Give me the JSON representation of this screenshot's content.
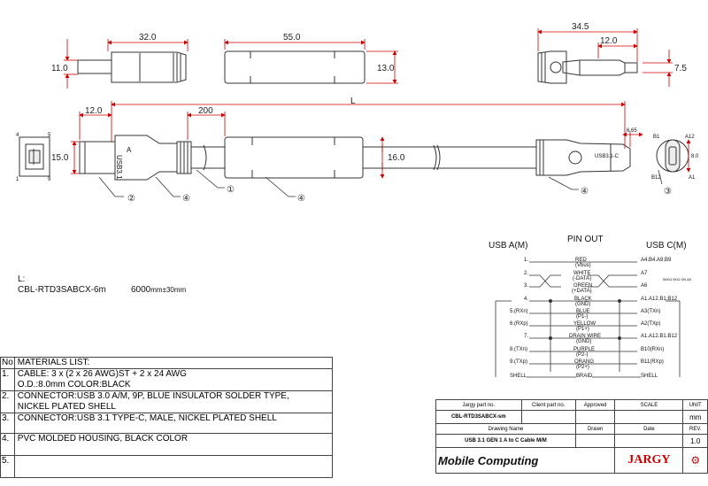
{
  "dimensions": {
    "d32": "32.0",
    "d55": "55.0",
    "d11": "11.0",
    "d13": "13.0",
    "d345": "34.5",
    "d12a": "12.0",
    "d75": "7.5",
    "dL": "L",
    "d12b": "12.0",
    "d200": "200",
    "d15": "15.0",
    "d16": "16.0",
    "d665": "6.65",
    "d8": "8.0"
  },
  "callouts": {
    "c1": "①",
    "c2": "②",
    "c3": "③",
    "c4": "④"
  },
  "connector_labels": {
    "a_text": "USB3.1\nA",
    "c_text": "USB3.1-C",
    "usb_a_pins": [
      "4",
      "5",
      "1",
      "9"
    ],
    "usb_c_pins": [
      "B1",
      "A12",
      "B12",
      "A1"
    ]
  },
  "length_info": {
    "label": "L:",
    "part": "CBL-RTD3SABCX-6m",
    "length_value": "6000",
    "length_unit": "mm±30mm"
  },
  "pinout": {
    "title": "PIN OUT",
    "left_header": "USB A(M)",
    "right_header": "USB C(M)",
    "rows": [
      {
        "left": "1.",
        "mid": "RED",
        "mid2": "(Vbus)",
        "right": "A4.B4.A9.B9"
      },
      {
        "left": "2.",
        "mid": "WHITE",
        "mid2": "(-DATA)",
        "right": "A7"
      },
      {
        "left": "3.",
        "mid": "GREEN",
        "mid2": "(+DATA)",
        "right": "A6"
      },
      {
        "left": "4.",
        "mid": "BLACK",
        "mid2": "(GND)",
        "right": "A1.A12.B1.B12"
      },
      {
        "left": "5.(RXn)",
        "mid": "BLUE",
        "mid2": "(P1-)",
        "right": "A3(TXn)"
      },
      {
        "left": "6.(RXp)",
        "mid": "YELLOW",
        "mid2": "(P1+)",
        "right": "A2(TXp)"
      },
      {
        "left": "7.",
        "mid": "DRAIN WIRE",
        "mid2": "(GND)",
        "right": "A1.A12.B1.B12"
      },
      {
        "left": "8.(TXn)",
        "mid": "PURPLE",
        "mid2": "(P2-)",
        "right": "B10(RXn)"
      },
      {
        "left": "9.(TXp)",
        "mid": "ORANG",
        "mid2": "(P2+)",
        "right": "B11(RXp)"
      },
      {
        "left": "SHELL",
        "mid": "BRAID",
        "mid2": "",
        "right": "SHELL"
      }
    ],
    "resistor_note": "56KΩ 5KΩ ON A5"
  },
  "materials": {
    "header_no": "No",
    "header": "MATERIALS LIST:",
    "items": [
      {
        "no": "1.",
        "lines": [
          "CABLE: 3 x (2 x 26 AWG)ST + 2 x 24 AWG",
          "O.D.:8.0mm COLOR:BLACK"
        ]
      },
      {
        "no": "2.",
        "lines": [
          "CONNECTOR:USB 3.0 A/M, 9P, BLUE INSULATOR SOLDER TYPE,",
          "NICKEL PLATED SHELL"
        ]
      },
      {
        "no": "3.",
        "lines": [
          "CONNECTOR:USB 3.1 TYPE-C, MALE, NICKEL PLATED SHELL"
        ]
      },
      {
        "no": "4.",
        "lines": [
          "PVC MOLDED HOUSING, BLACK COLOR"
        ]
      },
      {
        "no": "5.",
        "lines": [
          ""
        ]
      }
    ]
  },
  "title_block": {
    "jargy_part_no": "Jargy part no.",
    "client_part_no": "Client part no.",
    "approved": "Approved",
    "scale": "SCALE",
    "unit": "UNIT",
    "part_value": "CBL-RTD3SABCX-sm",
    "unit_value": "mm",
    "drawing_name": "Drawing Name",
    "drawn": "Drawn",
    "date": "Date",
    "rev": "REV.",
    "drawing_value": "USB 3.1 GEN 1 A to C Cable M/M",
    "rev_value": "1.0",
    "logo_left": "Mobile Computing",
    "logo_right": "JARGY"
  }
}
